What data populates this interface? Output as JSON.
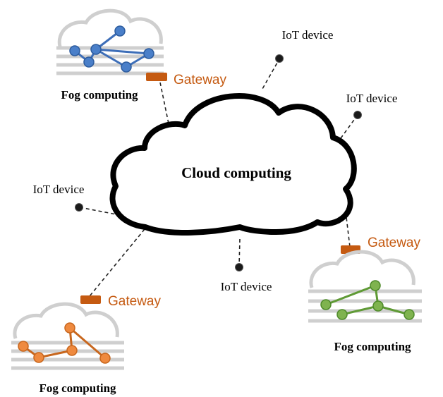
{
  "cloud": {
    "label": "Cloud computing"
  },
  "iot_devices": [
    {
      "label": "IoT device"
    },
    {
      "label": "IoT device"
    },
    {
      "label": "IoT device"
    },
    {
      "label": "IoT device"
    }
  ],
  "fog_nodes": [
    {
      "label": "Fog computing",
      "gateway_label": "Gateway",
      "color": "#4a7fc9",
      "edge_color": "#3d6eb8"
    },
    {
      "label": "Fog computing",
      "gateway_label": "Gateway",
      "color": "#7fb34f",
      "edge_color": "#5f9a35"
    },
    {
      "label": "Fog computing",
      "gateway_label": "Gateway",
      "color": "#ef8a3f",
      "edge_color": "#c8671e"
    }
  ],
  "colors": {
    "gateway": "#c55a11",
    "fog_cloud_outline": "#cfcfcf",
    "device_dot": "#1a1a1a",
    "cloud_outline": "#000000"
  }
}
